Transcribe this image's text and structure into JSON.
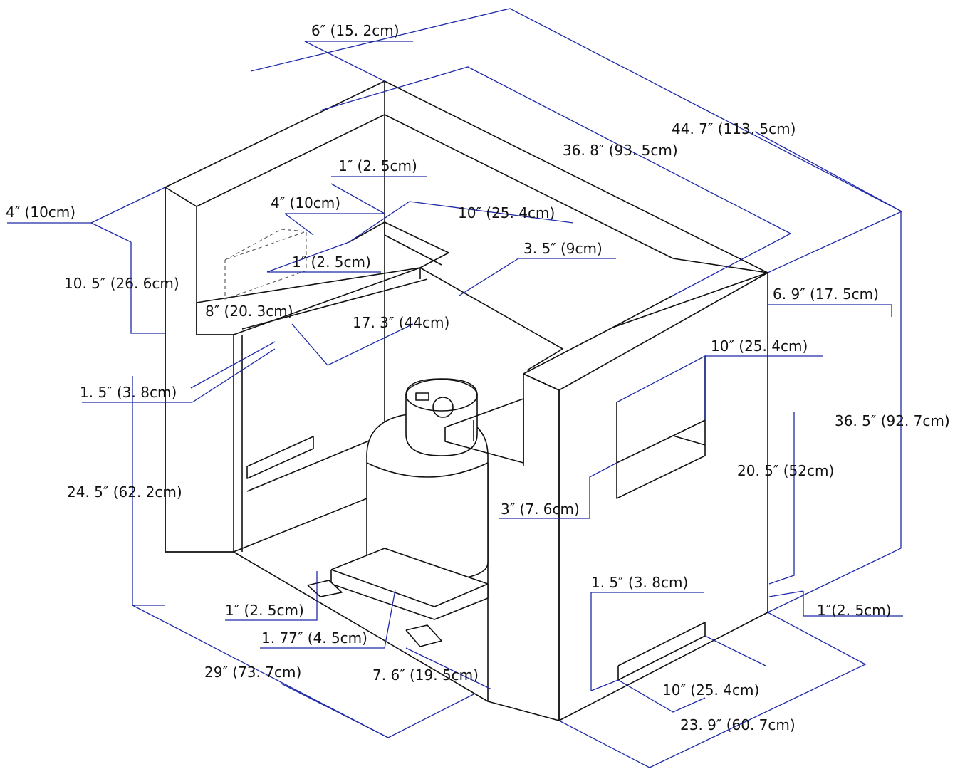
{
  "colors": {
    "outline": "#111111",
    "dimension_line": "#1f2aa8",
    "background": "#ffffff"
  },
  "dimensions": {
    "d_6in": "6″ (15. 2cm)",
    "d_44_7in": "44. 7″ (113. 5cm)",
    "d_36_8in": "36. 8″ (93. 5cm)",
    "d_4in_left": "4″ (10cm)",
    "d_1in_top": "1″ (2. 5cm)",
    "d_4in_inner": "4″ (10cm)",
    "d_10in_top": "10″ (25. 4cm)",
    "d_10_5in": "10. 5″ (26. 6cm)",
    "d_1in_inner": "1″ (2. 5cm)",
    "d_3_5in": "3. 5″ (9cm)",
    "d_8in": "8″ (20. 3cm)",
    "d_17_3in": "17. 3″ (44cm)",
    "d_6_9in": "6. 9″ (17. 5cm)",
    "d_1_5in_left": "1. 5″ (3. 8cm)",
    "d_10in_side": "10″ (25. 4cm)",
    "d_36_5in": "36. 5″ (92. 7cm)",
    "d_24_5in": "24. 5″ (62. 2cm)",
    "d_20_5in": "20. 5″ (52cm)",
    "d_3in": "3″ (7. 6cm)",
    "d_1_5in_right": "1. 5″ (3. 8cm)",
    "d_1in_bottom": "1″ (2. 5cm)",
    "d_1in_right": "1″(2. 5cm)",
    "d_1_77in": "1. 77″ (4. 5cm)",
    "d_29in": "29″ (73. 7cm)",
    "d_7_6in": "7. 6″ (19. 5cm)",
    "d_10in_bottom": "10″ (25. 4cm)",
    "d_23_9in": "23. 9″ (60. 7cm)"
  }
}
